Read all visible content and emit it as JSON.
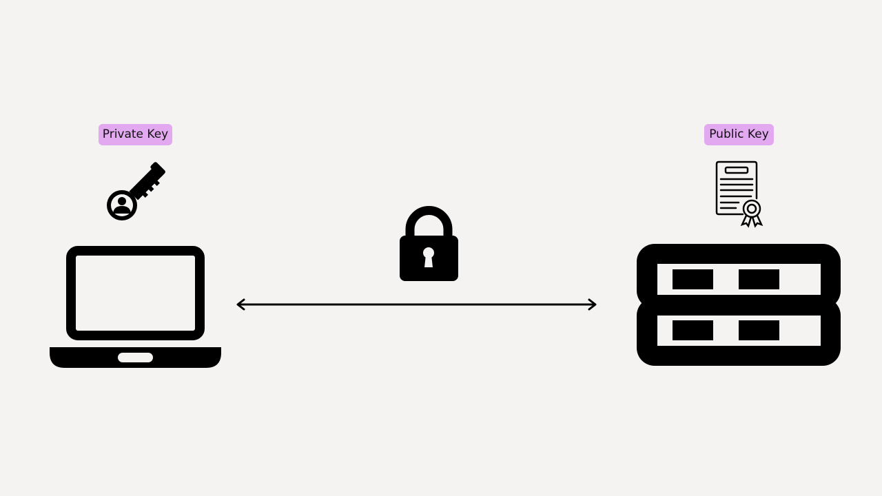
{
  "client": {
    "label": "Private Key",
    "device_icon": "laptop-icon",
    "key_icon": "user-key-icon"
  },
  "server": {
    "label": "Public Key",
    "device_icon": "server-icon",
    "key_icon": "certificate-icon"
  },
  "channel": {
    "icon": "padlock-icon",
    "connector": "bidirectional-arrow"
  },
  "colors": {
    "label_bg": "#e2a8f0",
    "ink": "#000000",
    "background": "#f4f3f1"
  }
}
